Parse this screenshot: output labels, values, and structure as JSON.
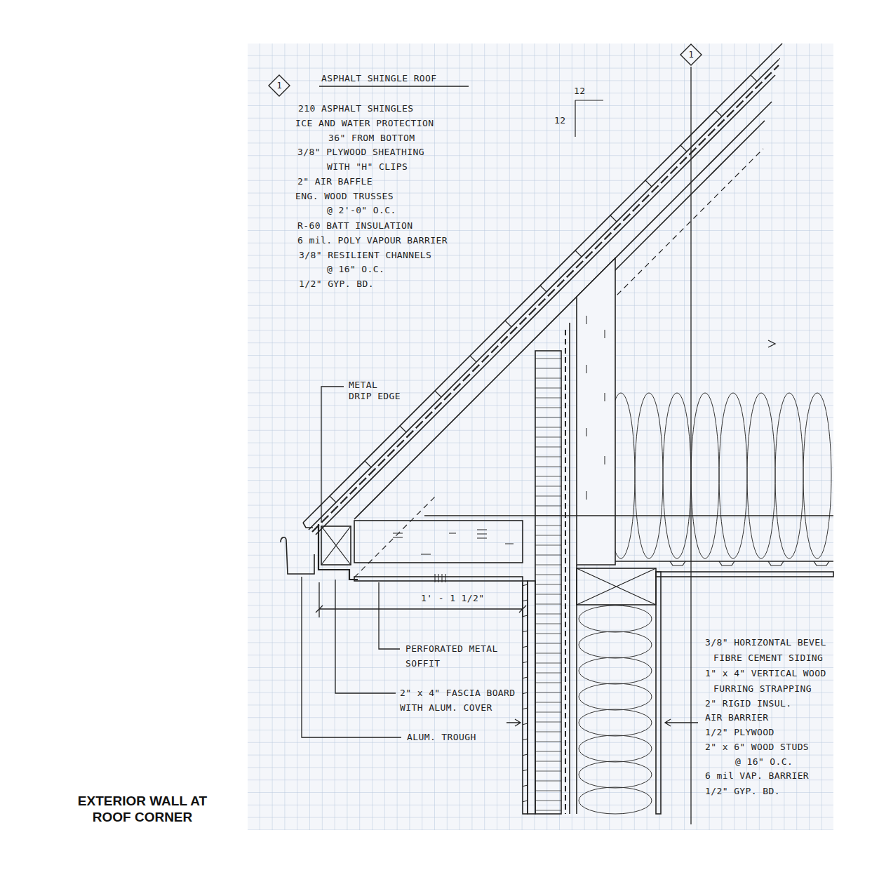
{
  "diagram": {
    "caption": "EXTERIOR WALL AT ROOF CORNER",
    "nodes": [
      {
        "text": [
          "1"
        ]
      },
      {
        "text": [
          "1"
        ]
      }
    ],
    "labels": [
      "ASPHALT SHINGLE ROOF",
      "210 ASPHALT SHINGLES",
      "ICE AND WATER PROTECTION",
      "36\" FROM BOTTOM",
      "3/8\" PLYWOOD SHEATHING",
      "WITH \"H\" CLIPS",
      "2\" AIR BAFFLE",
      "ENG. WOOD TRUSSES",
      "@ 2'-0\" O.C.",
      "R-60 BATT INSULATION",
      "6 mil. POLY VAPOUR BARRIER",
      "3/8\" RESILIENT CHANNELS",
      "@ 16\" O.C.",
      "1/2\" GYP. BD.",
      "12",
      "12",
      "METAL DRIP EDGE",
      "1' - 1 1/2\"",
      "PERFORATED METAL",
      "SOFFIT",
      "2\" x 4\" FASCIA BOARD",
      "WITH ALUM. COVER",
      "ALUM. TROUGH",
      "3/8\" HORIZONTAL BEVEL",
      "FIBRE CEMENT SIDING",
      "1\" x 4\" VERTICAL WOOD",
      "FURRING STRAPPING",
      "2\" RIGID INSUL.",
      "AIR BARRIER",
      "1/2\" PLYWOOD",
      "2\" x 6\" WOOD STUDS",
      "@ 16\" O.C.",
      "6 mil VAP. BARRIER",
      "1/2\" GYP. BD."
    ]
  }
}
